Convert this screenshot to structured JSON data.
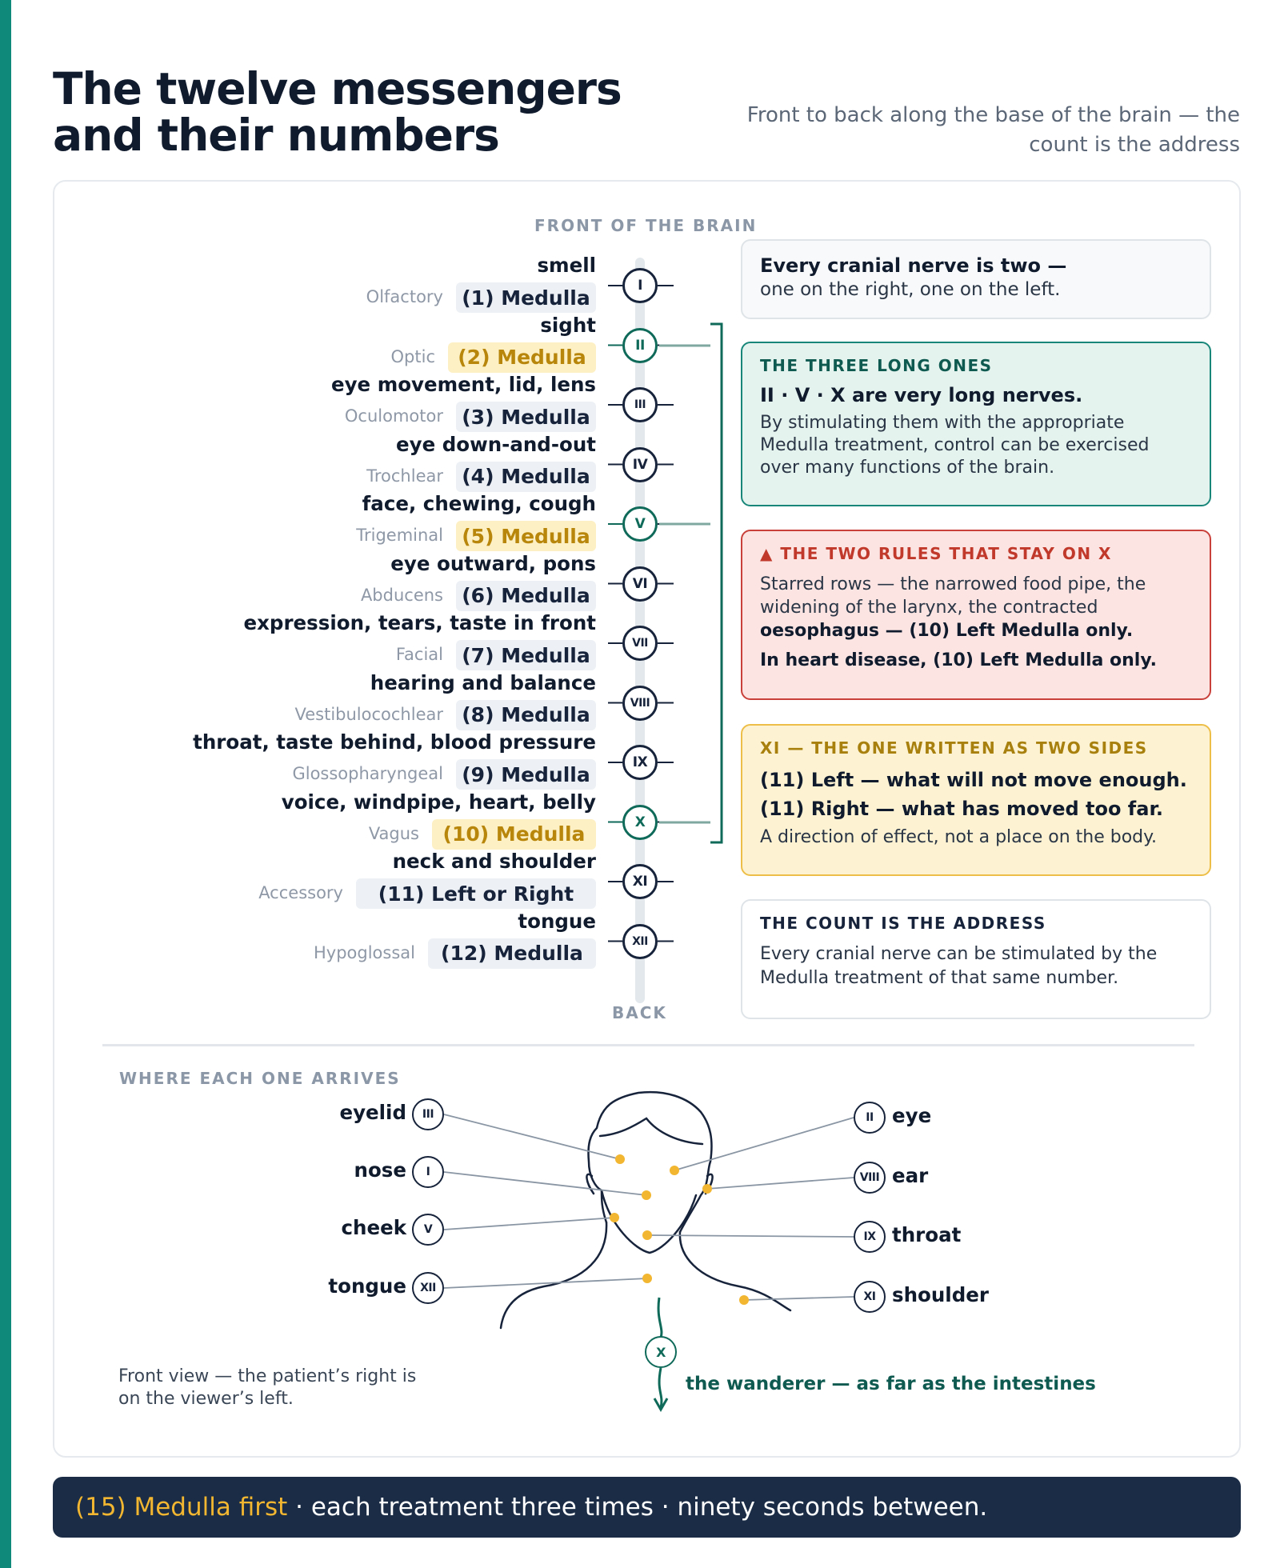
{
  "title": "The twelve messengers and their numbers",
  "subtitle": "Front to back along the base of the brain — the count is the address",
  "spine": {
    "front_label": "FRONT OF THE BRAIN",
    "back_label": "BACK"
  },
  "nerves": [
    {
      "numeral": "I",
      "function": "smell",
      "name": "Olfactory",
      "medulla": "(1) Medulla",
      "long": false
    },
    {
      "numeral": "II",
      "function": "sight",
      "name": "Optic",
      "medulla": "(2) Medulla",
      "long": true
    },
    {
      "numeral": "III",
      "function": "eye movement, lid, lens",
      "name": "Oculomotor",
      "medulla": "(3) Medulla",
      "long": false
    },
    {
      "numeral": "IV",
      "function": "eye down-and-out",
      "name": "Trochlear",
      "medulla": "(4) Medulla",
      "long": false
    },
    {
      "numeral": "V",
      "function": "face, chewing, cough",
      "name": "Trigeminal",
      "medulla": "(5) Medulla",
      "long": true
    },
    {
      "numeral": "VI",
      "function": "eye outward, pons",
      "name": "Abducens",
      "medulla": "(6) Medulla",
      "long": false
    },
    {
      "numeral": "VII",
      "function": "expression, tears, taste in front",
      "name": "Facial",
      "medulla": "(7) Medulla",
      "long": false
    },
    {
      "numeral": "VIII",
      "function": "hearing and balance",
      "name": "Vestibulocochlear",
      "medulla": "(8) Medulla",
      "long": false
    },
    {
      "numeral": "IX",
      "function": "throat, taste behind, blood pressure",
      "name": "Glossopharyngeal",
      "medulla": "(9) Medulla",
      "long": false
    },
    {
      "numeral": "X",
      "function": "voice, windpipe, heart, belly",
      "name": "Vagus",
      "medulla": "(10) Medulla",
      "long": true
    },
    {
      "numeral": "XI",
      "function": "neck and shoulder",
      "name": "Accessory",
      "medulla": "(11) Left or Right",
      "long": false
    },
    {
      "numeral": "XII",
      "function": "tongue",
      "name": "Hypoglossal",
      "medulla": "(12) Medulla",
      "long": false
    }
  ],
  "boxes": {
    "two": {
      "line1": "Every cranial nerve is two —",
      "line2": "one on the right, one on the left."
    },
    "long": {
      "head": "THE THREE LONG ONES",
      "lead": "II · V · X are very long nerves.",
      "body": "By stimulating them with the appropriate Medulla treatment, control can be exercised over many functions of the brain."
    },
    "rules": {
      "head": "▲ THE TWO RULES THAT STAY ON X",
      "body": "Starred rows — the narrowed food pipe, the widening of the larynx, the contracted",
      "body_bold": "oesophagus — (10) Left Medulla only.",
      "line2": "In heart disease, (10) Left Medulla only."
    },
    "xi": {
      "head": "XI — THE ONE WRITTEN AS TWO SIDES",
      "left": "(11) Left — what will not move enough.",
      "right": "(11) Right — what has moved too far.",
      "note": "A direction of effect, not a place on the body."
    },
    "count": {
      "head": "THE COUNT IS THE ADDRESS",
      "body": "Every cranial nerve can be stimulated by the Medulla treatment of that same number."
    }
  },
  "arrivals": {
    "heading": "WHERE EACH ONE ARRIVES",
    "left": [
      {
        "label": "eyelid",
        "numeral": "III"
      },
      {
        "label": "nose",
        "numeral": "I"
      },
      {
        "label": "cheek",
        "numeral": "V"
      },
      {
        "label": "tongue",
        "numeral": "XII"
      }
    ],
    "right": [
      {
        "label": "eye",
        "numeral": "II"
      },
      {
        "label": "ear",
        "numeral": "VIII"
      },
      {
        "label": "throat",
        "numeral": "IX"
      },
      {
        "label": "shoulder",
        "numeral": "XI"
      }
    ],
    "wanderer_numeral": "X",
    "wanderer_label": "the wanderer — as far as the intestines",
    "note": "Front view — the patient’s right is on the viewer’s left."
  },
  "footer": {
    "highlight": "(15) Medulla first",
    "rest": " · each treatment three times · ninety seconds between."
  },
  "colors": {
    "accent": "#0f8a7a",
    "long": "#0f6a5a",
    "gold": "#b8860b",
    "warning": "#c0392b",
    "dark": "#1b2d46",
    "dot": "#f2b630"
  }
}
